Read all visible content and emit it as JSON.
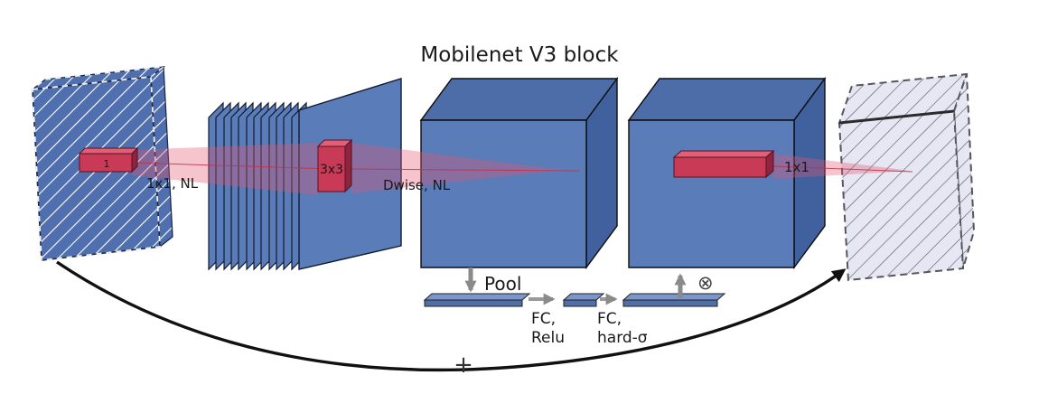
{
  "title": "Mobilenet V3 block",
  "labels": {
    "expand_conv": "1x1, NL",
    "dwise_conv": "Dwise, NL",
    "project_conv": "1x1",
    "kernel_one": "1",
    "kernel_dwise": "3x3",
    "pool": "Pool",
    "fc1_line1": "FC,",
    "fc1_line2": "Relu",
    "fc2_line1": "FC,",
    "fc2_line2": "hard-σ",
    "multiply_symbol": "⊗",
    "add_symbol": "+"
  },
  "colors": {
    "cube_blue": "#5a7cb8",
    "cube_blue_top": "#4d6da8",
    "cube_blue_side": "#41619e",
    "kernel_red": "#c83a55",
    "beam_red": "#e25570",
    "output_light": "#e7e7f3",
    "arrow_gray": "#8a8a8a",
    "residual_black": "#111111"
  }
}
